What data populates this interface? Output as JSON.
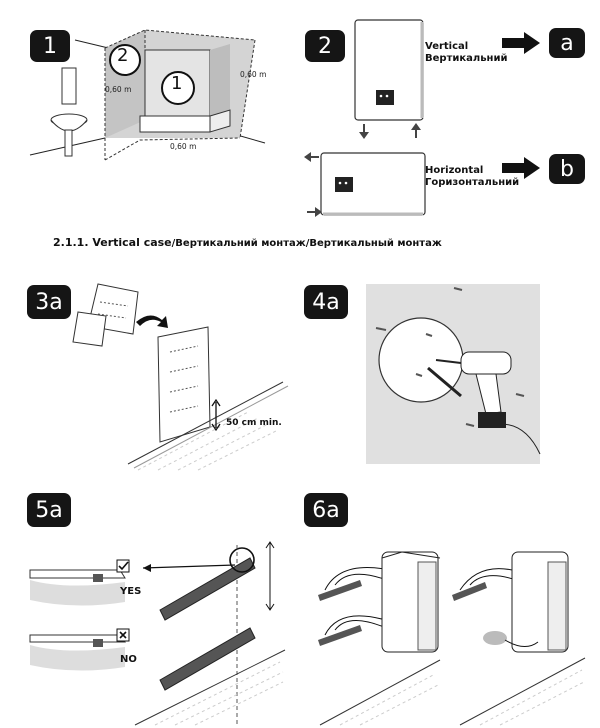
{
  "steps": {
    "s1": "1",
    "s2": "2",
    "s3a": "3a",
    "s4a": "4a",
    "s5a": "5a",
    "s6a": "6a"
  },
  "zones": {
    "z1": "1",
    "z2": "2"
  },
  "dimensions": {
    "d_left": "0,60 m",
    "d_right": "0,60 m",
    "d_bottom": "0,60 m"
  },
  "orientation": {
    "vertical_en": "Vertical",
    "vertical_ua": "Вертикальний",
    "horizontal_en": "Horizontal",
    "horizontal_ua": "Горизонтальний",
    "result_a": "a",
    "result_b": "b"
  },
  "section_title": {
    "bold_part": "2.1.1. Vertical case",
    "rest": "/Вертикальний монтаж/Вертикальный монтаж"
  },
  "step3a": {
    "distance": "50 cm min."
  },
  "step5a": {
    "yes": "YES",
    "no": "NO"
  },
  "icons": [
    "check-icon",
    "cross-icon",
    "arrow-right-icon",
    "drill-icon"
  ]
}
